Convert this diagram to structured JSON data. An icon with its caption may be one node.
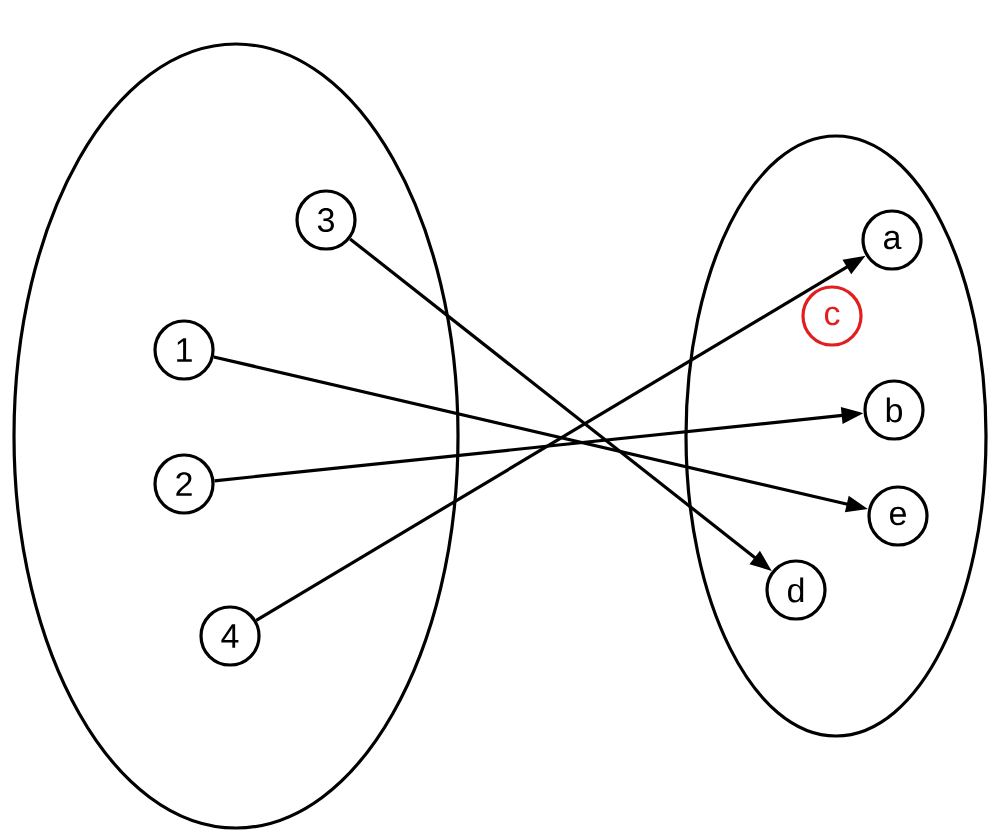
{
  "diagram": {
    "nodes": [
      {
        "text": [],
        "shape": "ellipse"
      },
      {
        "text": [],
        "shape": "ellipse"
      },
      {
        "text": [
          "3"
        ],
        "in": 0
      },
      {
        "text": [
          "1"
        ],
        "in": 0
      },
      {
        "text": [
          "2"
        ],
        "in": 0
      },
      {
        "text": [
          "4"
        ],
        "in": 0
      },
      {
        "text": [
          "a"
        ],
        "in": 1
      },
      {
        "text": [
          "c"
        ],
        "in": 1
      },
      {
        "text": [
          "b"
        ],
        "in": 1
      },
      {
        "text": [
          "e"
        ],
        "in": 1
      },
      {
        "text": [
          "d"
        ],
        "in": 1
      }
    ],
    "edges": [
      {
        "from": 2,
        "to": 10,
        "arrow": "to"
      },
      {
        "from": 3,
        "to": 9,
        "arrow": "to"
      },
      {
        "from": 4,
        "to": 8,
        "arrow": "to"
      },
      {
        "from": 5,
        "to": 6,
        "arrow": "to"
      }
    ]
  }
}
